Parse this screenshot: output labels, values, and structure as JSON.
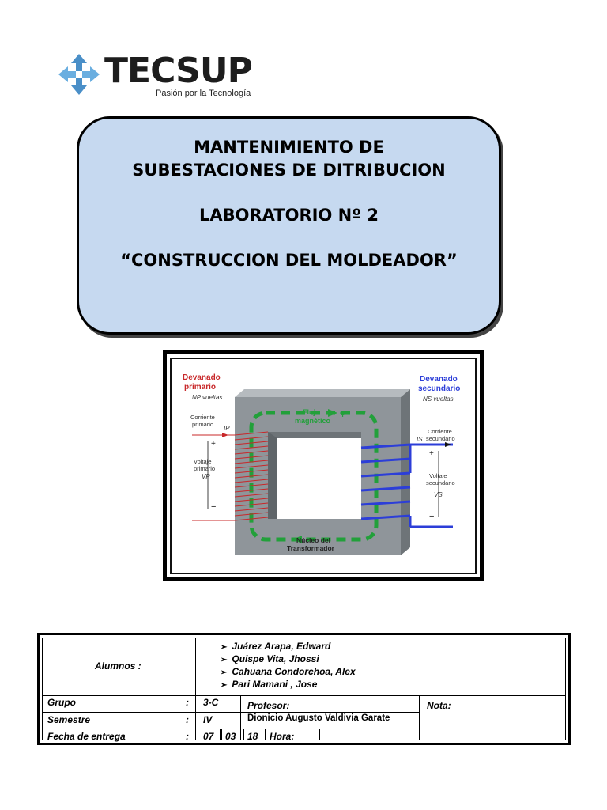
{
  "logo": {
    "name": "TECSUP",
    "tagline": "Pasión por la Tecnología"
  },
  "title": {
    "line1": "MANTENIMIENTO DE",
    "line2": "SUBESTACIONES DE DITRIBUCION",
    "lab": "LABORATORIO Nº 2",
    "subtitle": "“CONSTRUCCION DEL MOLDEADOR”"
  },
  "figure": {
    "primary_title_1": "Devanado",
    "primary_title_2": "primario",
    "primary_turns": "NP vueltas",
    "secondary_title_1": "Devanado",
    "secondary_title_2": "secundario",
    "secondary_turns": "NS vueltas",
    "current_primary_1": "Corriente",
    "current_primary_2": "primario",
    "ip": "IP",
    "voltage_primary_1": "Voltaje",
    "voltage_primary_2": "primario",
    "vp": "VP",
    "flux_1": "Flujo",
    "flux_2": "magnético",
    "phi": "φ",
    "current_secondary_1": "Corriente",
    "current_secondary_2": "secundario",
    "is": "IS",
    "voltage_secondary_1": "Voltaje",
    "voltage_secondary_2": "secundario",
    "vs": "VS",
    "core_1": "Núcleo del",
    "core_2": "Transformador",
    "plus": "+",
    "minus": "−",
    "colors": {
      "core": "#8f959a",
      "flux": "#22a03a",
      "primary": "#c8282a",
      "secondary": "#2c3ed8"
    }
  },
  "info": {
    "alumnos_label": "Alumnos :",
    "students": [
      "Juárez Arapa, Edward",
      "Quispe Vita, Jhossi",
      "Cahuana Condorchoa, Alex",
      "Pari Mamani , Jose"
    ],
    "grupo_label": "Grupo",
    "grupo_value": "3-C",
    "semestre_label": "Semestre",
    "semestre_value": "IV",
    "fecha_label": "Fecha de entrega",
    "fecha_day": "07",
    "fecha_month": "03",
    "fecha_year": "18",
    "hora_label": "Hora:",
    "colon": ":",
    "profesor_label": "Profesor:",
    "profesor_name": "Dionicio Augusto Valdivia Garate",
    "nota_label": "Nota:"
  }
}
